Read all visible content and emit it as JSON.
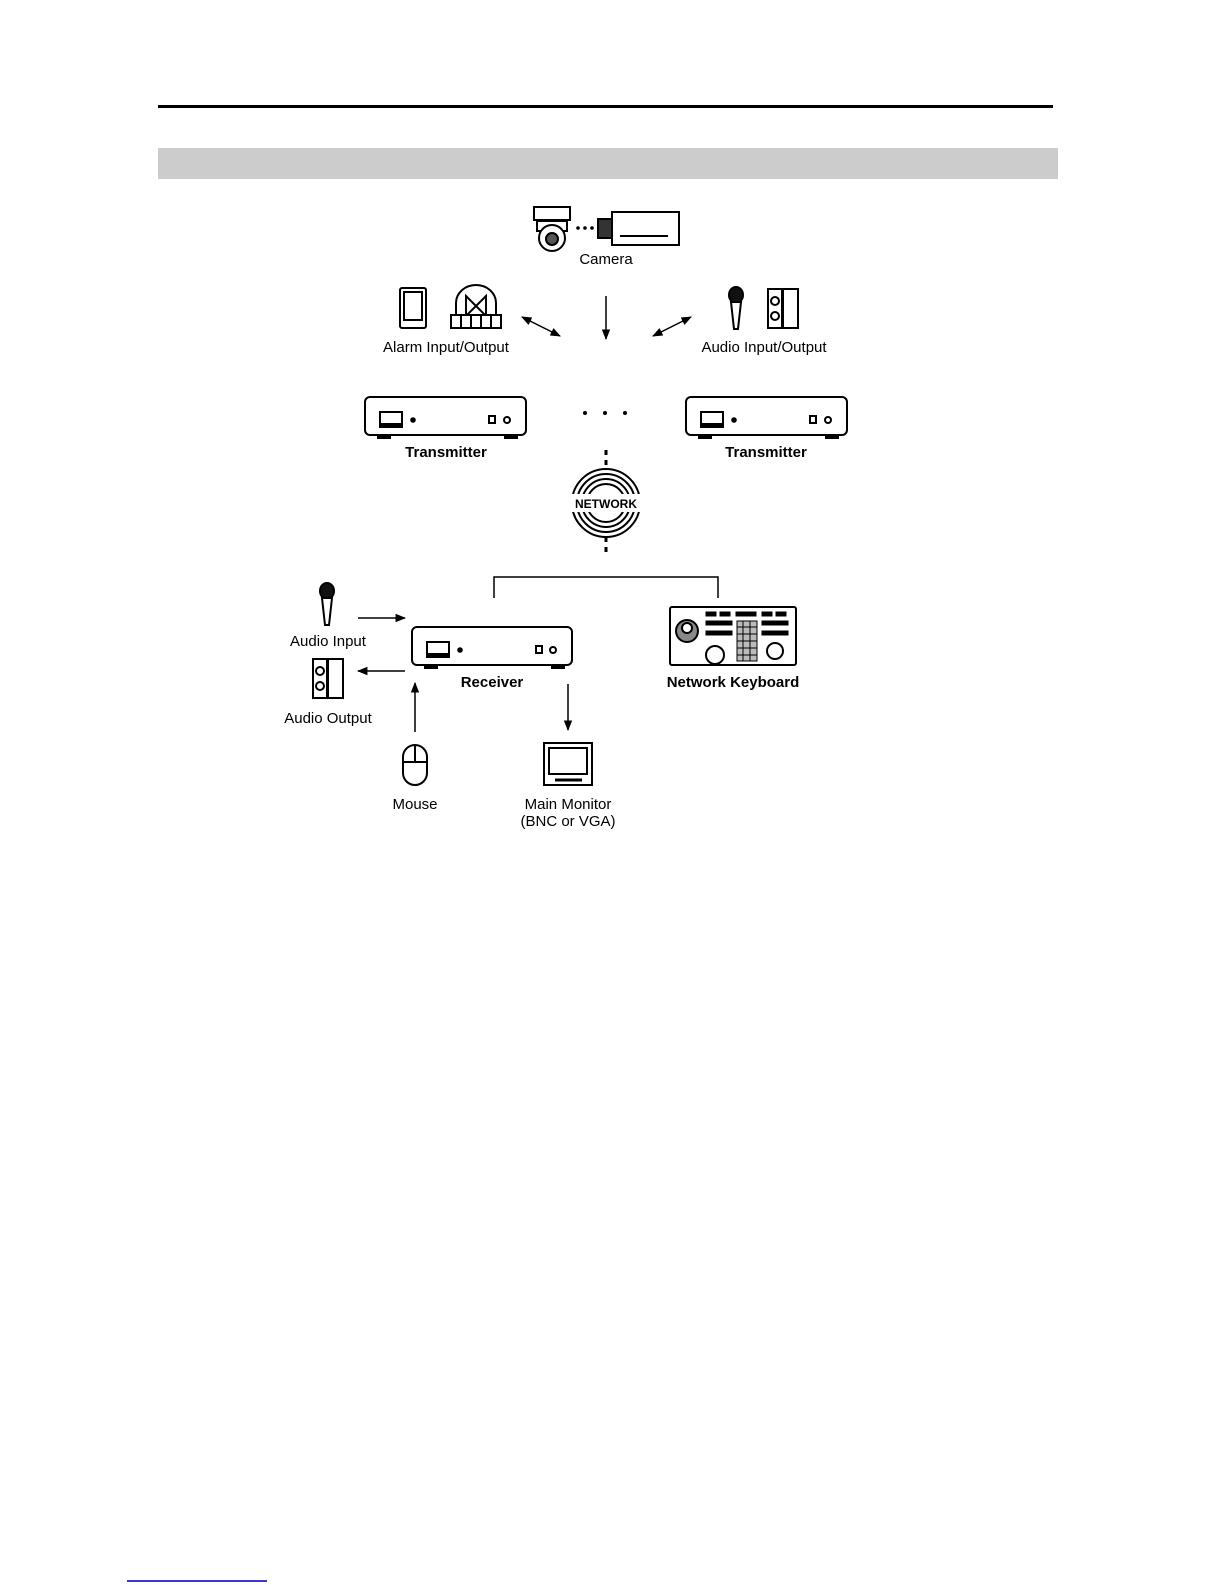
{
  "diagram": {
    "labels": {
      "camera": "Camera",
      "alarm_io": "Alarm Input/Output",
      "audio_io": "Audio Input/Output",
      "transmitter_left": "Transmitter",
      "transmitter_right": "Transmitter",
      "network": "NETWORK",
      "audio_input": "Audio Input",
      "audio_output": "Audio Output",
      "receiver": "Receiver",
      "network_keyboard": "Network Keyboard",
      "mouse": "Mouse",
      "main_monitor_line1": "Main Monitor",
      "main_monitor_line2": "(BNC or VGA)"
    }
  }
}
